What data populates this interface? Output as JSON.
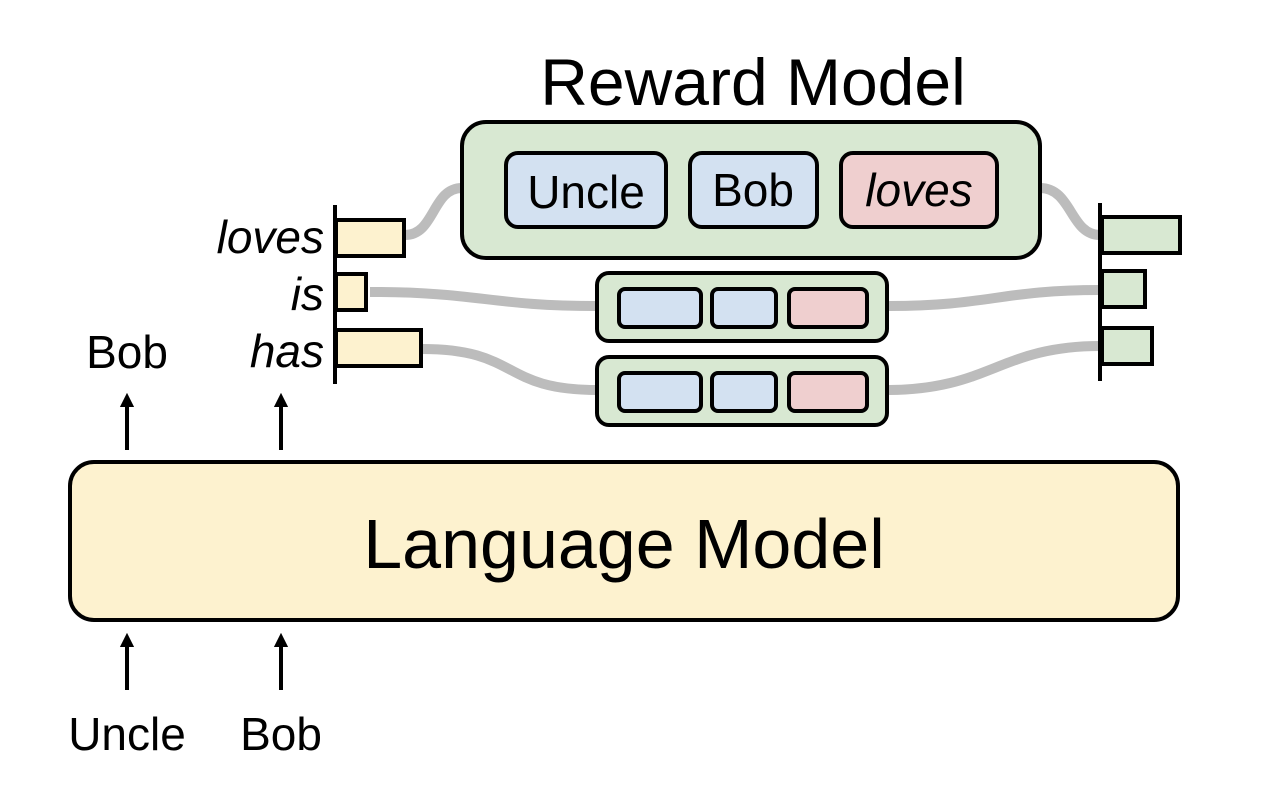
{
  "language_model": {
    "label": "Language Model",
    "inputs": [
      "Uncle",
      "Bob"
    ],
    "output": "Bob"
  },
  "candidates": {
    "tokens": [
      "loves",
      "is",
      "has"
    ],
    "lm_probabilities": [
      0.27,
      0.12,
      0.34
    ]
  },
  "reward_model": {
    "label": "Reward Model",
    "sequence_tokens": [
      "Uncle",
      "Bob",
      "loves"
    ],
    "rewards": [
      0.31,
      0.17,
      0.2
    ]
  },
  "colors": {
    "lm_fill": "#fdf2cf",
    "rm_fill": "#d8e8d2",
    "context_token_fill": "#d3e1f1",
    "candidate_token_fill": "#efcfcf",
    "connector": "#bcbcbc",
    "stroke": "#000000"
  },
  "icons": [
    "up-arrow-icon"
  ]
}
